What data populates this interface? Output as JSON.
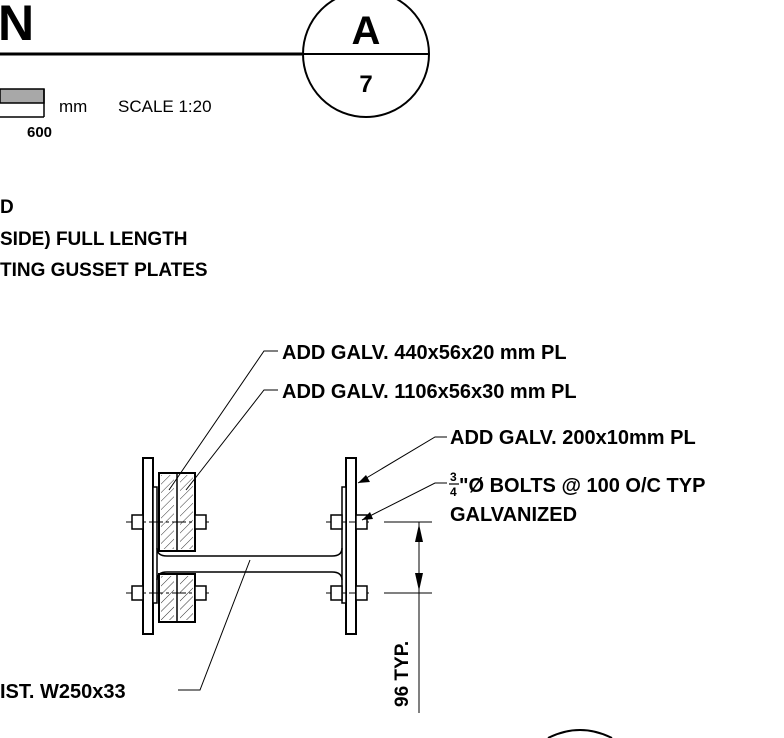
{
  "title": {
    "fragment": "N",
    "bubble_letter": "A",
    "bubble_number": "7"
  },
  "scale_bar": {
    "unit": "mm",
    "scale": "SCALE 1:20",
    "end_label": "600"
  },
  "notes": {
    "line1": "D",
    "line2": "SIDE) FULL LENGTH",
    "line3": "TING GUSSET PLATES"
  },
  "callouts": {
    "plate_440": "ADD GALV. 440x56x20 mm PL",
    "plate_1106": "ADD GALV. 1106x56x30 mm PL",
    "plate_200": "ADD GALV. 200x10mm PL",
    "bolt_frac_num": "3",
    "bolt_frac_den": "4",
    "bolts_text": "\"Ø BOLTS @ 100 O/C TYP",
    "bolts_finish": "GALVANIZED",
    "beam": "IST. W250x33",
    "dimension": "96 TYP."
  },
  "colors": {
    "line": "#000000",
    "scale_bar_fill": "#a8a8a8",
    "background": "#ffffff"
  }
}
